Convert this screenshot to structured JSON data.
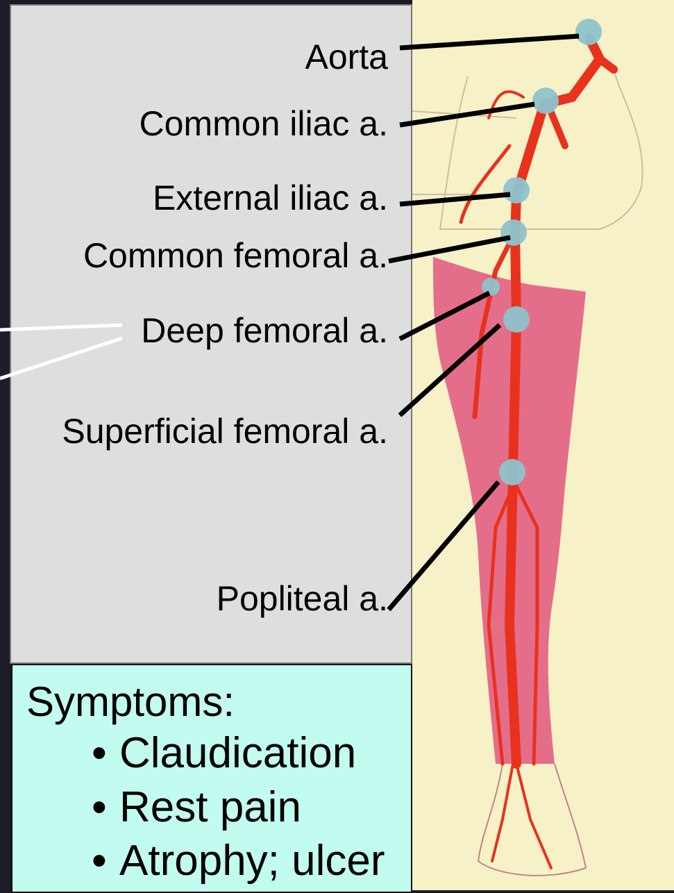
{
  "labels": {
    "aorta": "Aorta",
    "common_iliac": "Common iliac a.",
    "external_iliac": "External iliac a.",
    "common_femoral": "Common femoral a.",
    "deep_femoral": "Deep femoral a.",
    "superficial_femoral": "Superficial femoral a.",
    "popliteal": "Popliteal a."
  },
  "symptoms": {
    "title": "Symptoms:",
    "bullet": "•",
    "items": [
      "Claudication",
      "Rest pain",
      "Atrophy; ulcer"
    ]
  },
  "colors": {
    "panel": "#dedede",
    "symptom_box": "#c2fbef",
    "parchment": "#f7f1c8",
    "leg_fill": "#e0577f",
    "artery": "#e8321e",
    "marker": "#8fc3cc"
  }
}
